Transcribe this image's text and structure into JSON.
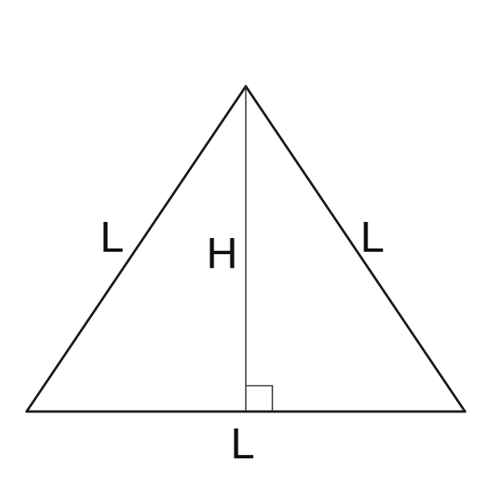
{
  "diagram": {
    "labels": {
      "left_side": "L",
      "right_side": "L",
      "base": "L",
      "height": "H"
    },
    "colors": {
      "stroke": "#1a1a1a",
      "text": "#111111",
      "background": "#ffffff"
    }
  }
}
